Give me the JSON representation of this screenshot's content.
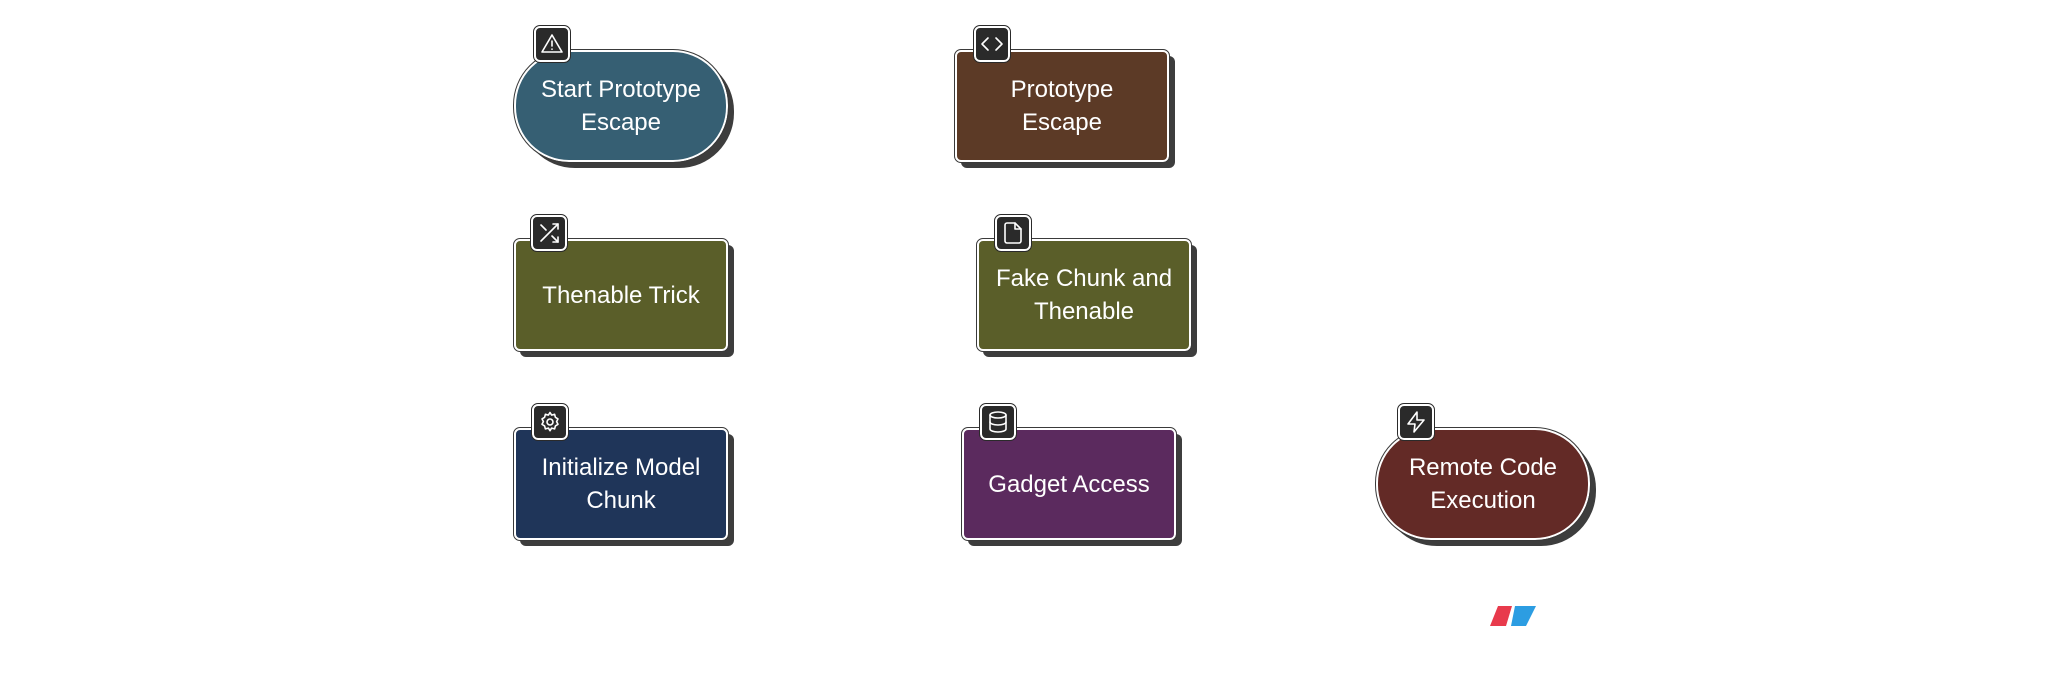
{
  "nodes": {
    "start": {
      "label": "Start Prototype\nEscape",
      "color": "#365f73",
      "icon": "warning-icon"
    },
    "proto": {
      "label": "Prototype\nEscape",
      "color": "#5c3a26",
      "icon": "code-icon"
    },
    "thenable": {
      "label": "Thenable Trick",
      "color": "#5a5e29",
      "icon": "shuffle-icon"
    },
    "fake": {
      "label": "Fake Chunk and\nThenable",
      "color": "#5a5e29",
      "icon": "file-icon"
    },
    "init": {
      "label": "Initialize Model\nChunk",
      "color": "#1f3559",
      "icon": "gear-icon"
    },
    "gadget": {
      "label": "Gadget Access",
      "color": "#5b2a5e",
      "icon": "database-icon"
    },
    "rce": {
      "label": "Remote Code\nExecution",
      "color": "#632a26",
      "icon": "lightning-icon"
    }
  },
  "logo": {
    "colors": [
      "#e83a4c",
      "#2c9de2"
    ]
  }
}
